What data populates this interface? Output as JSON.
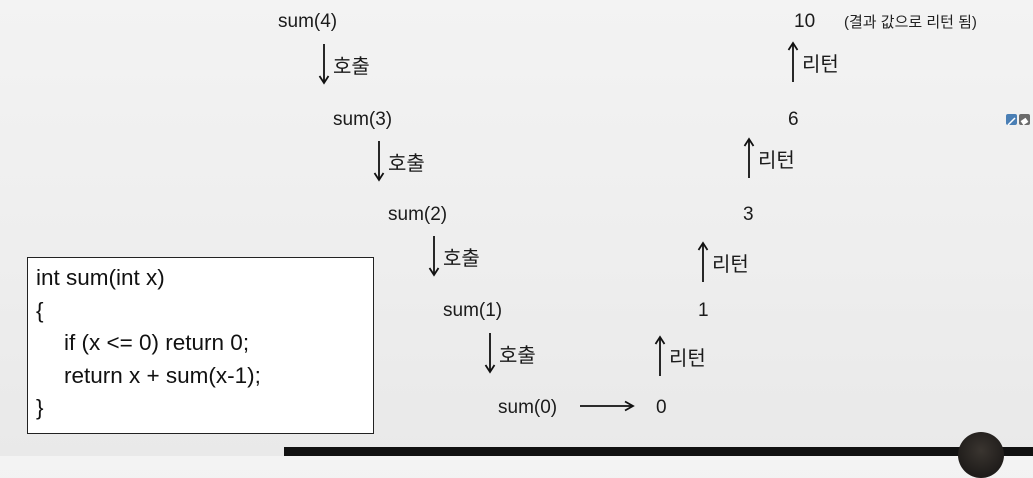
{
  "calls": [
    {
      "text": "sum(4)"
    },
    {
      "text": "sum(3)"
    },
    {
      "text": "sum(2)"
    },
    {
      "text": "sum(1)"
    },
    {
      "text": "sum(0)"
    }
  ],
  "call_label": "호출",
  "return_label": "리턴",
  "values": [
    {
      "text": "10"
    },
    {
      "text": "6"
    },
    {
      "text": "3"
    },
    {
      "text": "1"
    },
    {
      "text": "0"
    }
  ],
  "final_note": "(결과 값으로 리턴 됨)",
  "code": {
    "line1": "int sum(int x)",
    "line2": "{",
    "line3": "if (x <= 0) return 0;",
    "line4": "return x + sum(x-1);",
    "line5": "}"
  },
  "colors": {
    "icon_blue": "#4a7fb5",
    "icon_gray": "#6b6b6b",
    "text": "#1b1b1b"
  }
}
